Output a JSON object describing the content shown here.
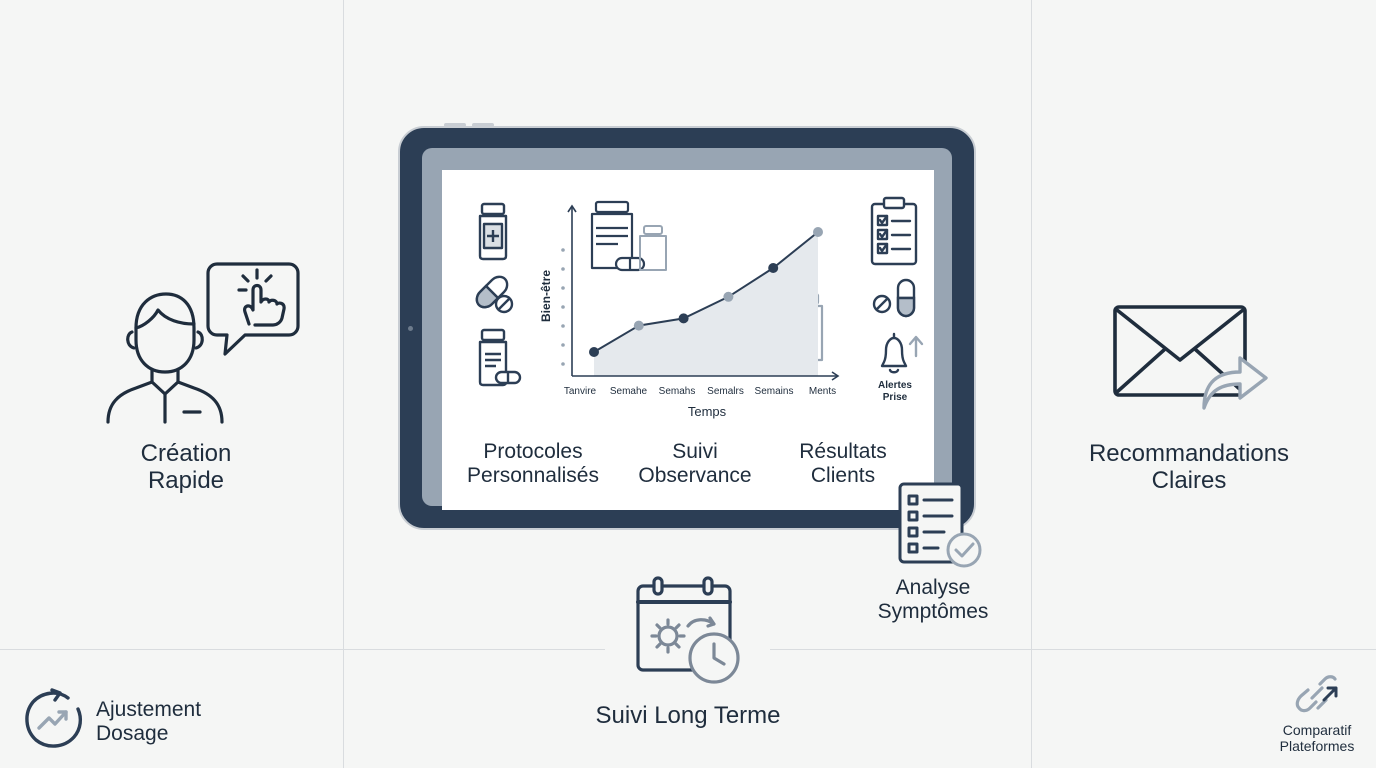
{
  "colors": {
    "background": "#f5f6f5",
    "dark": "#2c3e55",
    "mid": "#98a5b3",
    "divider": "#d9dcdf",
    "chart_area": "#e5e9ed"
  },
  "features": {
    "creation": "Création\nRapide",
    "recommandations": "Recommandations\nClaires",
    "analyse": "Analyse\nSymptômes",
    "suivi_long_terme": "Suivi Long Terme",
    "ajustement": "Ajustement\nDosage",
    "comparatif": "Comparatif\nPlateformes"
  },
  "screen": {
    "col1": "Protocoles\nPersonnalisés",
    "col2": "Suivi\nObservance",
    "col3": "Résultats\nClients",
    "alert": "Alertes\nPrise"
  },
  "icons": {
    "user": "user-icon",
    "click_bubble": "click-bubble-icon",
    "envelope": "envelope-icon",
    "share_arrow": "share-arrow-icon",
    "checklist": "checklist-check-icon",
    "calendar": "calendar-gear-clock-icon",
    "circular_trend": "circular-trend-icon",
    "link": "link-icon",
    "bottle": "bottle-icon",
    "pill": "pill-icon",
    "clipboard": "clipboard-icon",
    "bell": "bell-icon"
  },
  "chart_data": {
    "type": "line",
    "ylabel": "Bien-être",
    "xlabel": "Temps",
    "categories": [
      "Tanvire",
      "Semahe",
      "Semahs",
      "Semalrs",
      "Semains",
      "Ments"
    ],
    "series": [
      {
        "values": [
          1,
          2.1,
          2.4,
          3.3,
          4.5,
          6
        ]
      }
    ],
    "ylim": [
      0,
      7
    ]
  }
}
